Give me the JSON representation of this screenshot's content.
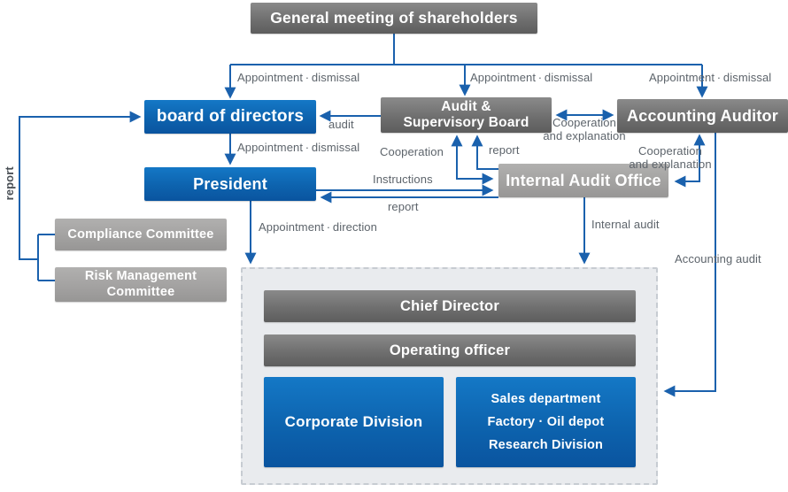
{
  "nodes": {
    "shareholders": {
      "label": "General meeting of shareholders"
    },
    "board_of_directors": {
      "label": "board of directors"
    },
    "audit_supervisory_board": {
      "label": "Audit &\nSupervisory Board"
    },
    "accounting_auditor": {
      "label": "Accounting Auditor"
    },
    "president": {
      "label": "President"
    },
    "internal_audit_office": {
      "label": "Internal Audit Office"
    },
    "compliance_committee": {
      "label": "Compliance Committee"
    },
    "risk_management_committee": {
      "label": "Risk Management\nCommittee"
    },
    "chief_director": {
      "label": "Chief Director"
    },
    "operating_officer": {
      "label": "Operating officer"
    },
    "corporate_division": {
      "label": "Corporate Division"
    },
    "operations_divisions": {
      "label": "Sales department\nFactory · Oil depot\nResearch Division"
    }
  },
  "edge_labels": {
    "appointment_dismissal": "Appointment · dismissal",
    "audit": "audit",
    "cooperation": "Cooperation",
    "report": "report",
    "cooperation_and_explanation": "Cooperation\nand explanation",
    "instructions": "Instructions",
    "appointment_direction": "Appointment · direction",
    "internal_audit": "Internal audit",
    "accounting_audit": "Accounting audit"
  },
  "colors": {
    "box_blue": "#0d63ae",
    "box_dark_gray": "#6f6f6f",
    "box_light_gray": "#a3a2a1",
    "arrow_blue": "#1a61ad",
    "label_gray": "#5d646b",
    "container_fill": "#e9ebee"
  }
}
